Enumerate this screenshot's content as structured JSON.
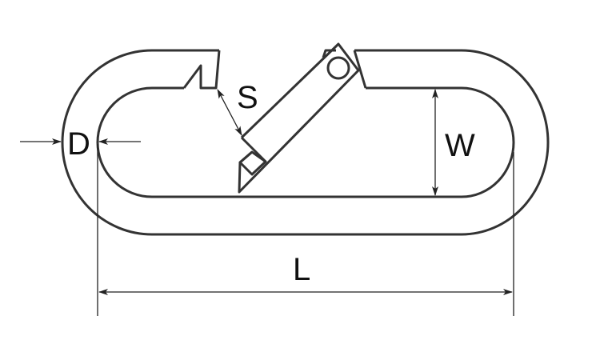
{
  "diagram": {
    "labels": {
      "thickness": "D",
      "opening": "S",
      "width": "W",
      "length": "L"
    },
    "colors": {
      "line": "#333333",
      "background": "#ffffff"
    }
  }
}
